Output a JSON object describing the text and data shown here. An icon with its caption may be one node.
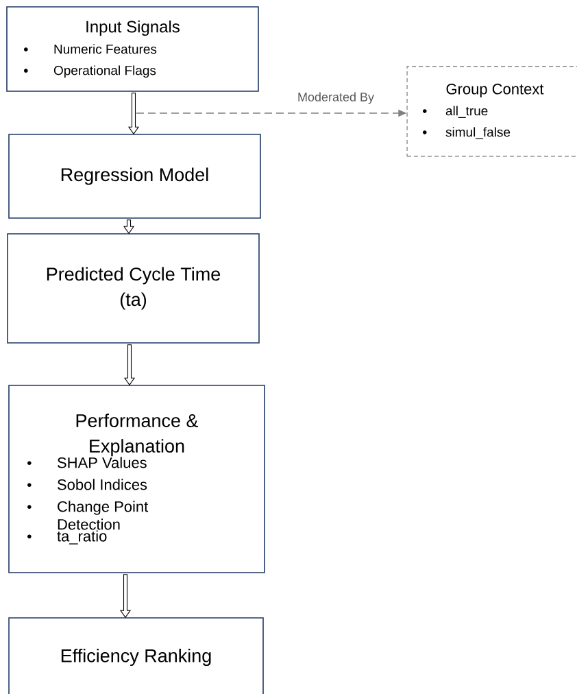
{
  "diagram": {
    "nodes": [
      {
        "text": [
          "Input Signals",
          "Numeric Features",
          "Operational Flags"
        ]
      },
      {
        "text": [
          "Regression Model"
        ]
      },
      {
        "text": [
          "Predicted Cycle Time (ta)"
        ]
      },
      {
        "text": [
          "Performance & Explanation",
          "SHAP Values",
          "Sobol Indices",
          "Change Point Detection",
          "ta_ratio"
        ]
      },
      {
        "text": [
          "Efficiency Ranking"
        ]
      },
      {
        "text": [
          "Group Context",
          "all_true",
          "simul_false"
        ]
      }
    ],
    "edges": [
      {
        "from": 0,
        "to": 1,
        "arrow": "to"
      },
      {
        "from": 1,
        "to": 2,
        "arrow": "to"
      },
      {
        "from": 2,
        "to": 3,
        "arrow": "to"
      },
      {
        "from": 3,
        "to": 4,
        "arrow": "to"
      },
      {
        "from": null,
        "to": 5,
        "arrow": "to",
        "label": "Moderated By",
        "style": "dashed",
        "color": "#808080"
      }
    ]
  }
}
